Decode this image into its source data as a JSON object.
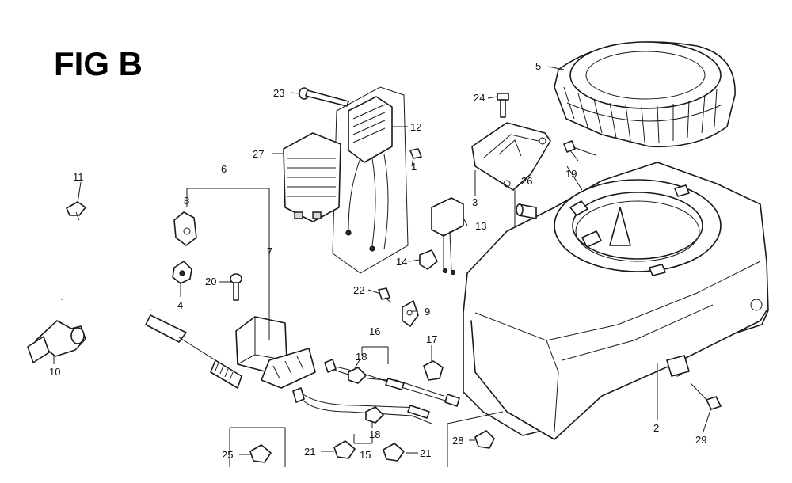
{
  "figure": {
    "title": "FIG B",
    "callouts": [
      "1",
      "2",
      "3",
      "4",
      "5",
      "6",
      "7",
      "8",
      "9",
      "10",
      "11",
      "12",
      "13",
      "14",
      "15",
      "16",
      "17",
      "18",
      "18",
      "19",
      "20",
      "21",
      "21",
      "22",
      "23",
      "24",
      "25",
      "26",
      "27",
      "28",
      "29"
    ]
  }
}
